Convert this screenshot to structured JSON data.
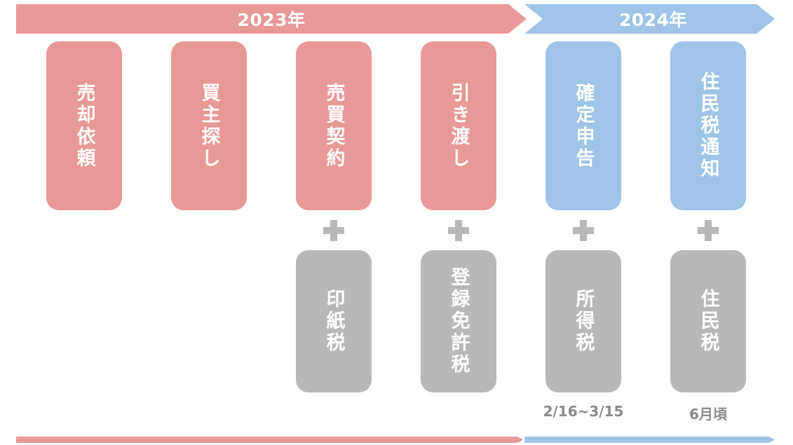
{
  "years": {
    "y2023": "2023年",
    "y2024": "2024年"
  },
  "steps": [
    {
      "label": "売却依頼",
      "color": "#e99898"
    },
    {
      "label": "買主探し",
      "color": "#e99898"
    },
    {
      "label": "売買契約",
      "color": "#e99898"
    },
    {
      "label": "引き渡し",
      "color": "#e99898"
    },
    {
      "label": "確定申告",
      "color": "#9fc4e7"
    },
    {
      "label": "住民税通知",
      "color": "#9fc4e7"
    }
  ],
  "taxes": [
    {
      "label": "印紙税"
    },
    {
      "label": "登録免許税"
    },
    {
      "label": "所得税"
    },
    {
      "label": "住民税"
    }
  ],
  "notes": {
    "income_tax_period": "2/16~3/15",
    "resident_tax_timing": "6月頃"
  },
  "colors": {
    "y2023": "#e99898",
    "y2024": "#9fc4e7",
    "tax": "#b8b8b8",
    "note_text": "#8a8a8a"
  }
}
